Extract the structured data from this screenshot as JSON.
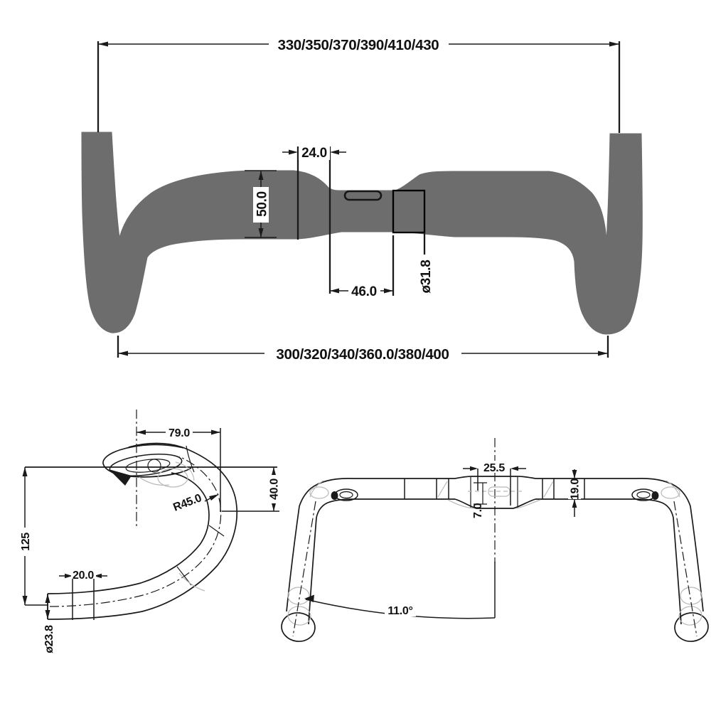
{
  "colors": {
    "bar_fill": "#6d6d6d",
    "line": "#1a1a1a",
    "hidden_line": "#b9b9b9",
    "background": "#ffffff"
  },
  "front_view": {
    "top_width_options": "330/350/370/390/410/430",
    "bottom_width_options": "300/320/340/360.0/380/400",
    "center_flat_width": "24.0",
    "ramp_depth": "50.0",
    "clamp_zone_width": "46.0",
    "clamp_diameter": "ø31.8"
  },
  "side_view": {
    "reach": "79.0",
    "hook_radius": "R45.0",
    "upper_drop": "40.0",
    "total_drop": "125",
    "end_straight": "20.0",
    "bar_end_diameter": "ø23.8"
  },
  "top_view": {
    "port_width": "25.5",
    "port_offset": "7.0",
    "tube_width": "19.0",
    "flare_angle": "11.0°"
  }
}
